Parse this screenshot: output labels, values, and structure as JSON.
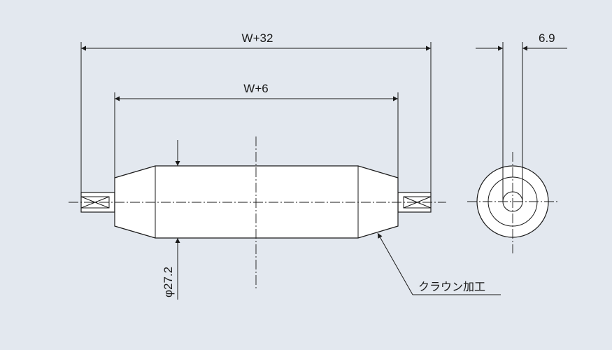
{
  "dimensions": {
    "overall_length": "W+32",
    "roller_length": "W+6",
    "diameter": "φ27.2",
    "shaft_width": "6.9"
  },
  "annotations": {
    "crown": "クラウン加工"
  },
  "colors": {
    "background": "#e3e8ef",
    "line": "#1a1a1a",
    "part_fill": "#ffffff"
  }
}
